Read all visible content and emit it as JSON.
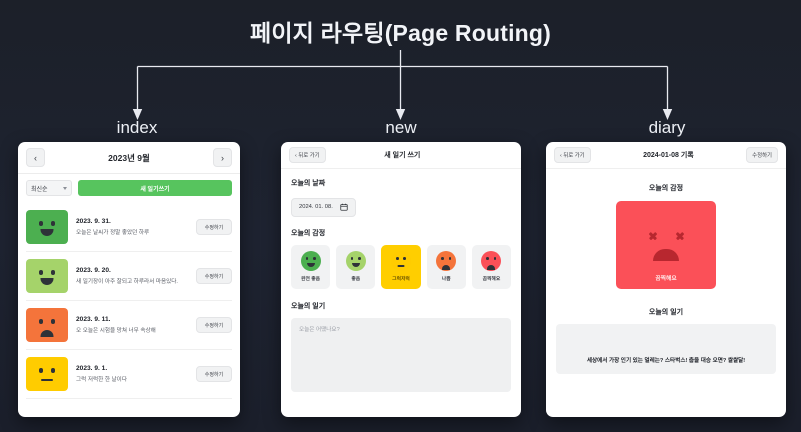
{
  "title": "페이지 라우팅(Page Routing)",
  "panel_labels": {
    "index": "index",
    "new": "new",
    "diary": "diary"
  },
  "colors": {
    "background": "#1e2230",
    "accent_green": "#57c45e",
    "selected_yellow": "#FFCE00",
    "awful_red": "#FB5058",
    "emotion_great": "#4CAF50",
    "emotion_good": "#A5D36A",
    "emotion_soso": "#FFCC00",
    "emotion_bad": "#F4743B"
  },
  "index_page": {
    "prev_label": "‹",
    "next_label": "›",
    "month_title": "2023년 9월",
    "sort_value": "최신순",
    "new_entry_button": "새 일기쓰기",
    "edit_button_label": "수정하기",
    "entries": [
      {
        "date": "2023. 9. 31.",
        "preview": "오늘은 날씨가 정말 좋았던 하루",
        "emotion": "완전 좋음",
        "color": "#4CAF50",
        "mouth": "smile"
      },
      {
        "date": "2023. 9. 20.",
        "preview": "새 일기장이 아주 잘되고 하루라서 마음있다.",
        "emotion": "좋음",
        "color": "#A5D36A",
        "mouth": "smile"
      },
      {
        "date": "2023. 9. 11.",
        "preview": "오 오늘은 시험을 망쳐 너무 속상해",
        "emotion": "나쁨",
        "color": "#F4743B",
        "mouth": "frown"
      },
      {
        "date": "2023. 9. 1.",
        "preview": "그럭 저럭한 한 날이다",
        "emotion": "그럭저럭",
        "color": "#FFCC00",
        "mouth": "flat"
      }
    ]
  },
  "new_page": {
    "back_button": "‹ 뒤로 가기",
    "title": "새 일기 쓰기",
    "date_section": "오늘의 날짜",
    "date_value": "2024. 01. 08.",
    "calendar_icon": "calendar-icon",
    "emotion_section": "오늘의 감정",
    "emotions": [
      {
        "label": "완전 좋음",
        "color": "#4CAF50",
        "mouth": "smile",
        "selected": false
      },
      {
        "label": "좋음",
        "color": "#A5D36A",
        "mouth": "smile",
        "selected": false
      },
      {
        "label": "그럭저럭",
        "color": "#FFCC00",
        "mouth": "flat",
        "selected": true
      },
      {
        "label": "나쁨",
        "color": "#F4743B",
        "mouth": "frown",
        "selected": false
      },
      {
        "label": "끔찍해요",
        "color": "#FB5058",
        "mouth": "frown",
        "selected": false
      }
    ],
    "diary_section": "오늘의 일기",
    "diary_placeholder": "오늘은 어땠나요?"
  },
  "diary_page": {
    "back_button": "‹ 뒤로 가기",
    "title": "2024-01-08 기록",
    "edit_button": "수정하기",
    "emotion_section": "오늘의 감정",
    "emotion_label": "끔찍해요",
    "diary_section": "오늘의 일기",
    "diary_content": "세상에서 가장 인기 있는 얼레는? 스타벅스! 춥을 대승 오면? 쌀쌀달!"
  }
}
